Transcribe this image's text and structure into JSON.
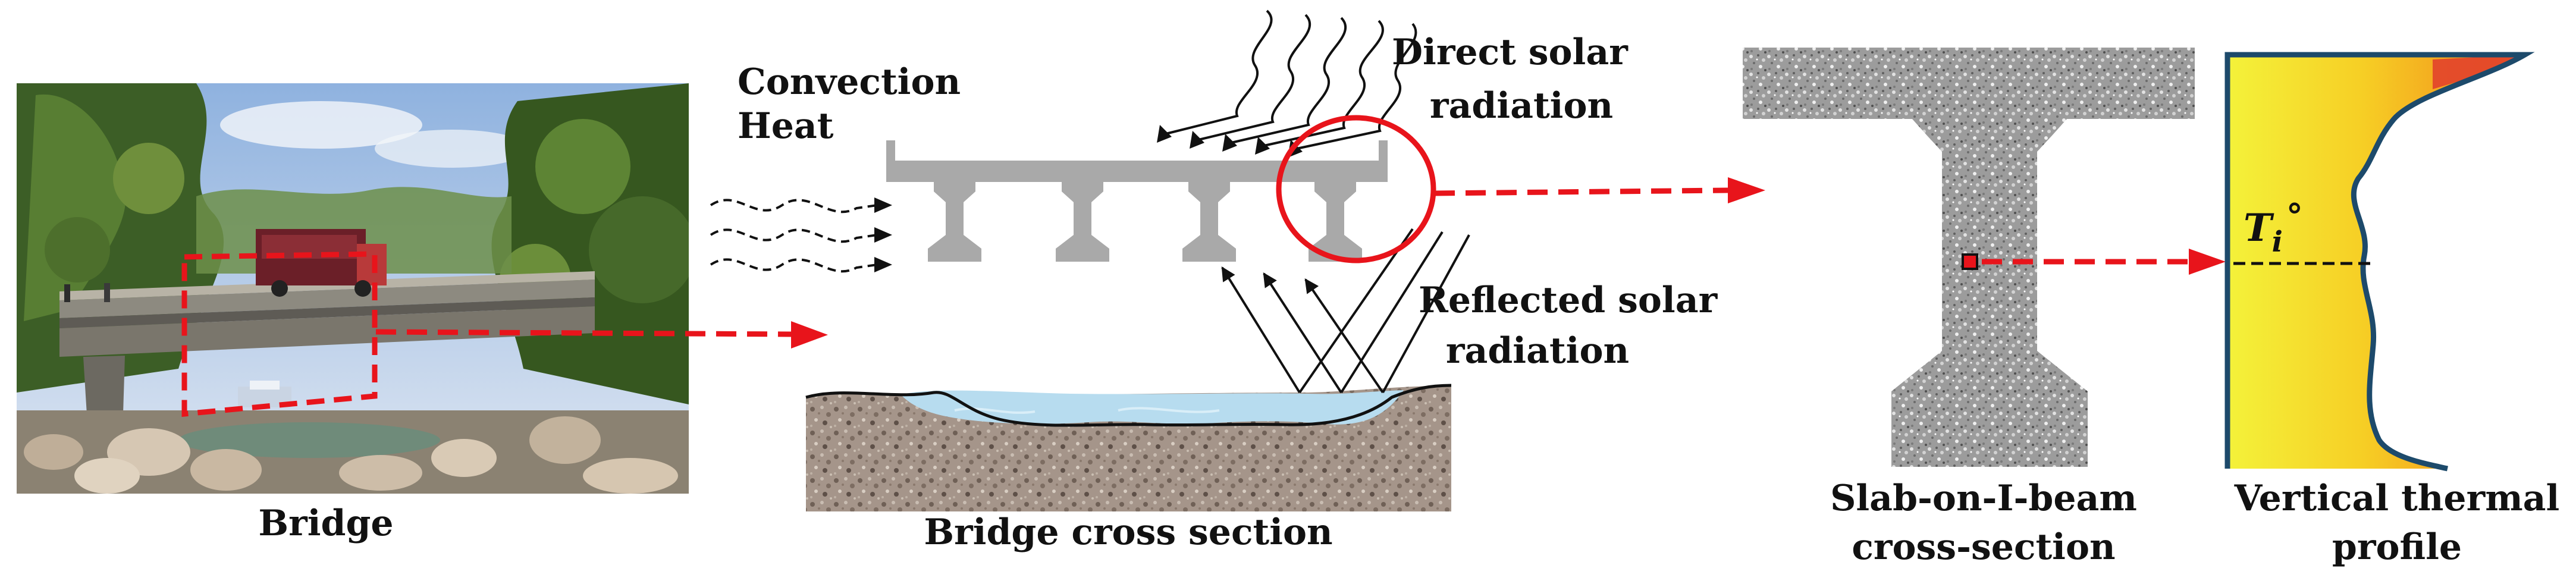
{
  "labels": {
    "bridge": "Bridge",
    "bridge_cross_section": "Bridge cross section",
    "convection_line1": "Convection",
    "convection_line2": "Heat",
    "direct_line1": "Direct solar",
    "direct_line2": "radiation",
    "reflected_line1": "Reflected solar",
    "reflected_line2": "radiation",
    "slab_line1": "Slab-on-I-beam",
    "slab_line2": "cross-section",
    "profile_line1": "Vertical thermal",
    "profile_line2": "profile",
    "temp_var": "T",
    "temp_sub": "i",
    "temp_deg": "°"
  },
  "colors": {
    "arrow_red": "#e8141b",
    "beam_gray": "#a9a9a9",
    "water": "#b7dcef",
    "gravel": "#a5958a",
    "profile_border": "#1d4a6b",
    "grad_top": "#f4f23a",
    "grad_bottom": "#f2841a",
    "profile_tip": "#e2432b"
  }
}
